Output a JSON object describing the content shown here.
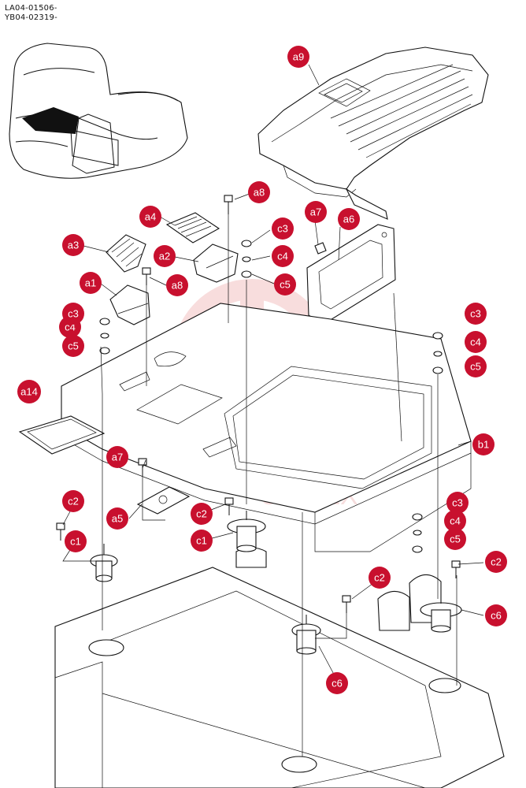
{
  "header": {
    "line1": "LA04-01506-",
    "line2": "YB04-02319-"
  },
  "watermark": {
    "text": "UNITEX",
    "color": "#f2b4b4"
  },
  "callout_color": "#c8102e",
  "callouts": {
    "a9": "a9",
    "a8_top": "a8",
    "a7_top": "a7",
    "a6": "a6",
    "a4": "a4",
    "c3_top": "c3",
    "c4_top": "c4",
    "c5_top": "c5",
    "a3": "a3",
    "a2": "a2",
    "a1": "a1",
    "a8_mid": "a8",
    "c3_left": "c3",
    "c4_left": "c4",
    "c5_left": "c5",
    "c3_right": "c3",
    "c4_right": "c4",
    "c5_right": "c5",
    "a14": "a14",
    "b1": "b1",
    "a7_low": "a7",
    "a5": "a5",
    "c2_left": "c2",
    "c1_left": "c1",
    "c2_mid": "c2",
    "c1_mid": "c1",
    "c3_low": "c3",
    "c4_low": "c4",
    "c5_low": "c5",
    "c2_right": "c2",
    "c2_center": "c2",
    "c6_right": "c6",
    "c6_center": "c6"
  }
}
